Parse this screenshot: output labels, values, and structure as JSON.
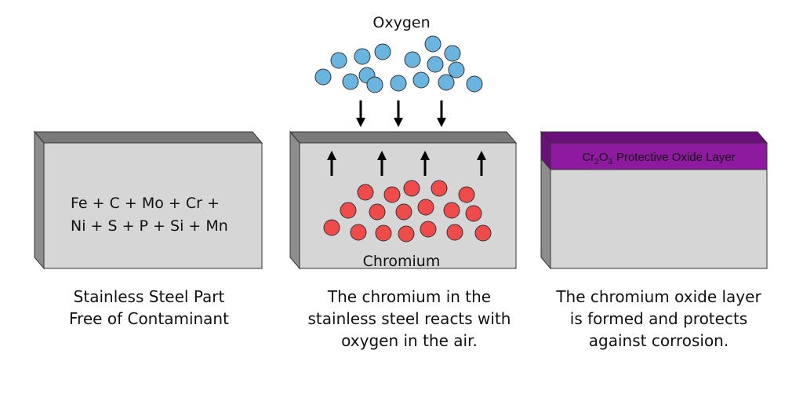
{
  "colors": {
    "block_front": "#d6d6d6",
    "block_top": "#7a7a7a",
    "block_side": "#8d8d8d",
    "oxide_front": "#8e1aa0",
    "oxide_top": "#6b0f7c",
    "oxygen_atom": "#6ab4e0",
    "chromium_atom": "#ef4b4b",
    "outline": "#333333",
    "arrow": "#000000"
  },
  "block1": {
    "formula_line1": "Fe + C + Mo + Cr +",
    "formula_line2": "Ni + S + P + Si + Mn",
    "caption_line1": "Stainless Steel Part",
    "caption_line2": "Free of Contaminant"
  },
  "block2": {
    "oxygen_label": "Oxygen",
    "chromium_label": "Chromium",
    "caption_line1": "The chromium in the",
    "caption_line2": "stainless steel reacts with",
    "caption_line3": "oxygen in the air.",
    "arrows_down_icon": "arrow-down-icon",
    "arrows_up_icon": "arrow-up-icon"
  },
  "block3": {
    "oxide_formula_main": "Cr",
    "oxide_formula_sub1": "2",
    "oxide_formula_mid": "O",
    "oxide_formula_sub2": "3",
    "oxide_text": "Protective Oxide Layer",
    "caption_line1": "The chromium oxide layer",
    "caption_line2": "is formed and protects",
    "caption_line3": "against corrosion."
  }
}
